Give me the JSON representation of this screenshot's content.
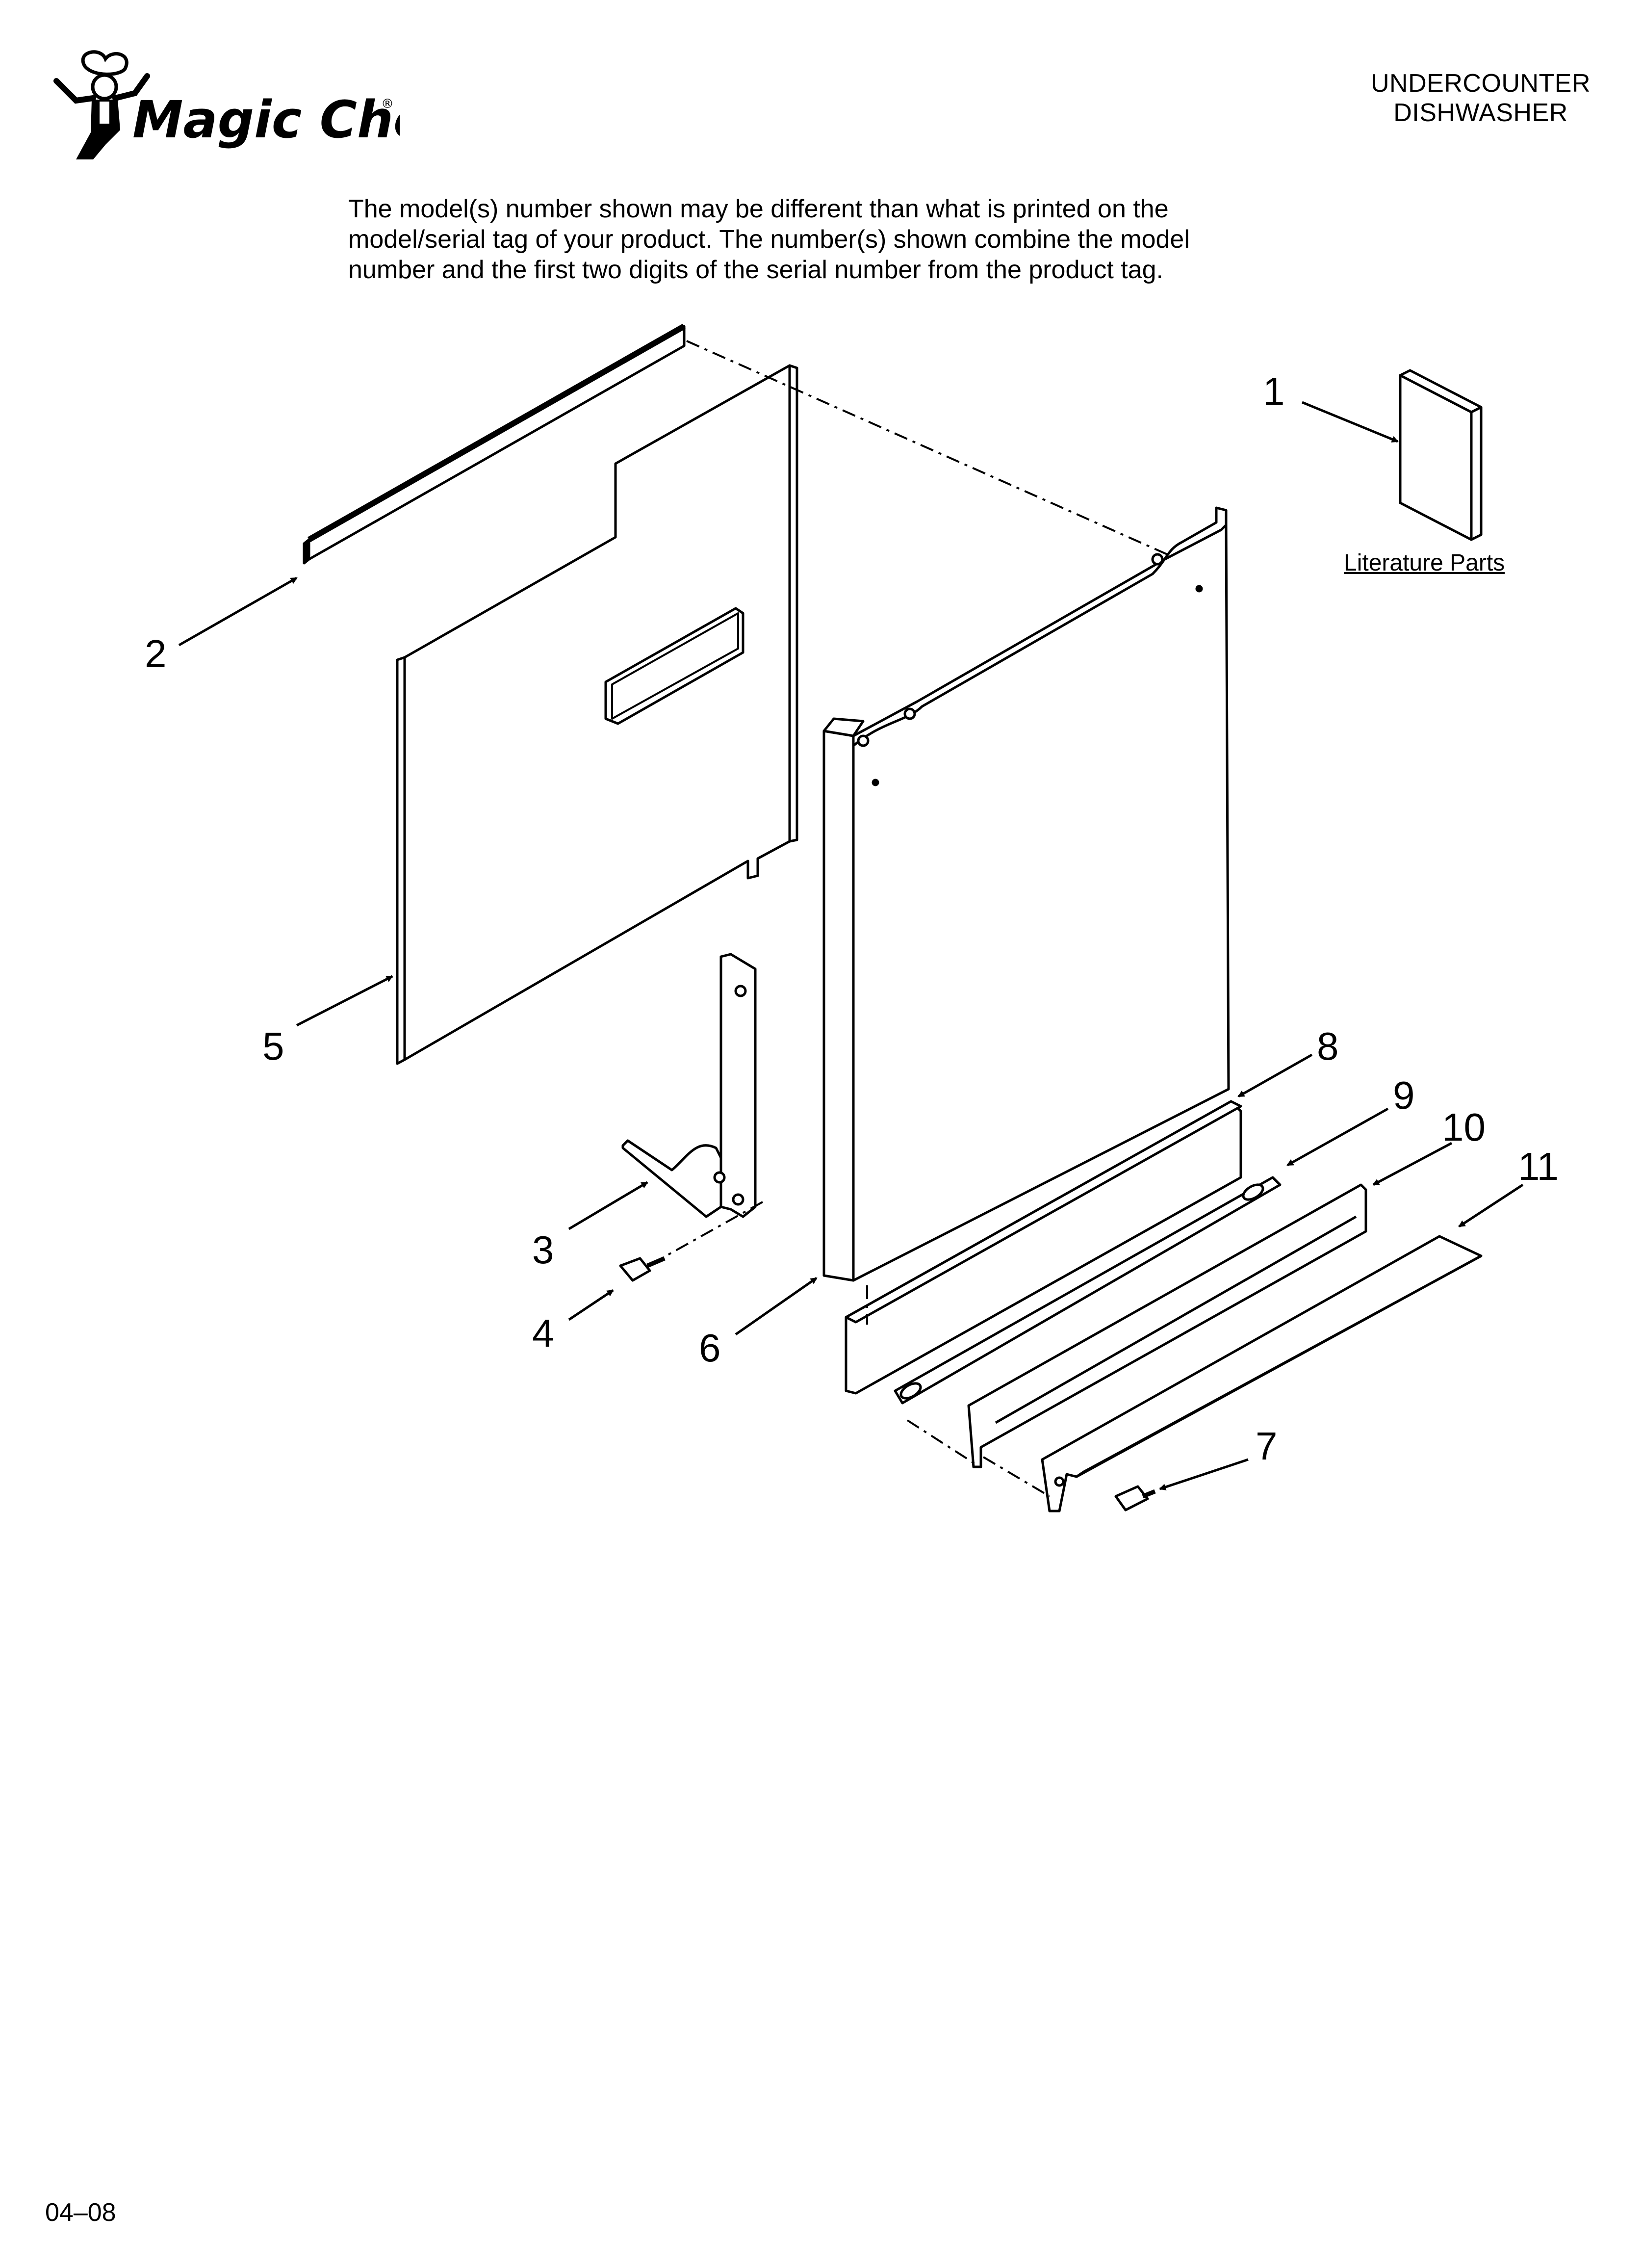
{
  "brand": {
    "logo_text": "Magic Chef",
    "registered_mark": "®"
  },
  "header": {
    "line1": "UNDERCOUNTER",
    "line2": "DISHWASHER"
  },
  "note": {
    "line1": "The model(s) number shown may be different than what is printed on the",
    "line2": "model/serial tag of your product. The number(s) shown combine the model",
    "line3": "number and the first two digits of the serial number from the product tag."
  },
  "literature": {
    "label": "Literature Parts"
  },
  "callouts": [
    "1",
    "2",
    "3",
    "4",
    "5",
    "6",
    "7",
    "8",
    "9",
    "10",
    "11"
  ],
  "footer": {
    "code": "04–08"
  }
}
